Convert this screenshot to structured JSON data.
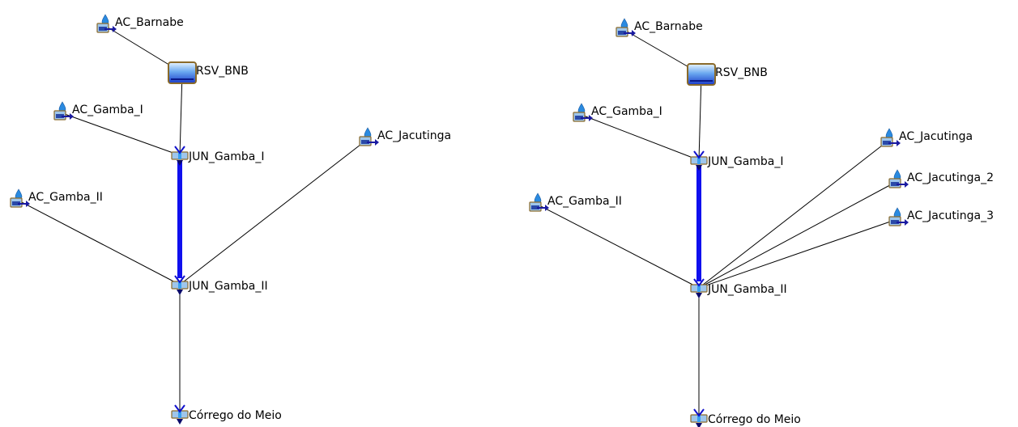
{
  "colors": {
    "reach": "#1010ee",
    "link": "#000000",
    "basin_body": "#9ec6ec",
    "basin_dark": "#2a4aa8",
    "frame": "#8a6a2a",
    "drop": "#2a8ae0",
    "reservoir_top": "#e8f4ff",
    "reservoir_bottom": "#1a3ac8"
  },
  "diagrams": [
    {
      "id": "left",
      "nodes": [
        {
          "key": "ac_barnabe",
          "label": "AC_Barnabe",
          "icon": "subbasin-icon"
        },
        {
          "key": "rsv_bnb",
          "label": "RSV_BNB",
          "icon": "reservoir-icon"
        },
        {
          "key": "ac_gamba_i",
          "label": "AC_Gamba_I",
          "icon": "subbasin-icon"
        },
        {
          "key": "jun_gamba_i",
          "label": "JUN_Gamba_I",
          "icon": "junction-icon"
        },
        {
          "key": "ac_jacutinga",
          "label": "AC_Jacutinga",
          "icon": "subbasin-icon"
        },
        {
          "key": "ac_gamba_ii",
          "label": "AC_Gamba_II",
          "icon": "subbasin-icon"
        },
        {
          "key": "jun_gamba_ii",
          "label": "JUN_Gamba_II",
          "icon": "junction-icon"
        },
        {
          "key": "corrego_do_meio",
          "label": "Córrego do Meio",
          "icon": "junction-icon"
        }
      ]
    },
    {
      "id": "right",
      "nodes": [
        {
          "key": "ac_barnabe",
          "label": "AC_Barnabe",
          "icon": "subbasin-icon"
        },
        {
          "key": "rsv_bnb",
          "label": "RSV_BNB",
          "icon": "reservoir-icon"
        },
        {
          "key": "ac_gamba_i",
          "label": "AC_Gamba_I",
          "icon": "subbasin-icon"
        },
        {
          "key": "jun_gamba_i",
          "label": "JUN_Gamba_I",
          "icon": "junction-icon"
        },
        {
          "key": "ac_jacutinga",
          "label": "AC_Jacutinga",
          "icon": "subbasin-icon"
        },
        {
          "key": "ac_jacutinga_2",
          "label": "AC_Jacutinga_2",
          "icon": "subbasin-icon"
        },
        {
          "key": "ac_jacutinga_3",
          "label": "AC_Jacutinga_3",
          "icon": "subbasin-icon"
        },
        {
          "key": "ac_gamba_ii",
          "label": "AC_Gamba_II",
          "icon": "subbasin-icon"
        },
        {
          "key": "jun_gamba_ii",
          "label": "JUN_Gamba_II",
          "icon": "junction-icon"
        },
        {
          "key": "corrego_do_meio",
          "label": "Córrego do Meio",
          "icon": "junction-icon"
        }
      ]
    }
  ]
}
